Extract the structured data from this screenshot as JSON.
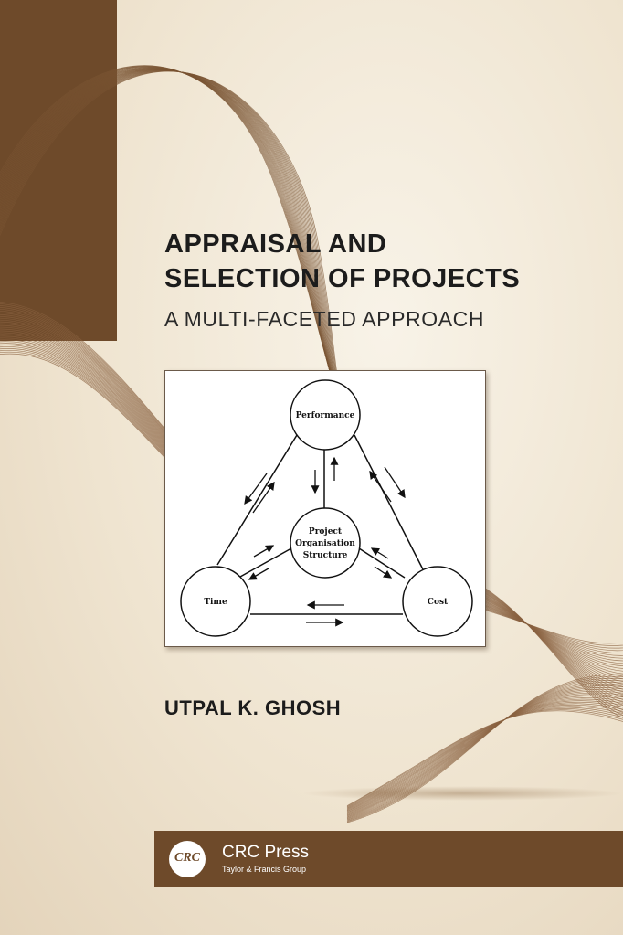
{
  "book": {
    "title_line1": "APPRAISAL AND",
    "title_line2": "SELECTION OF PROJECTS",
    "subtitle": "A MULTI-FACETED APPROACH",
    "author": "UTPAL K. GHOSH"
  },
  "diagram": {
    "nodes": {
      "performance": "Performance",
      "time": "Time",
      "cost": "Cost",
      "center_line1": "Project",
      "center_line2": "Organisation",
      "center_line3": "Structure"
    }
  },
  "publisher": {
    "logo_text": "CRC",
    "name": "CRC Press",
    "group": "Taylor & Francis Group"
  },
  "colors": {
    "accent_brown": "#6e4a2a",
    "background_cream": "#efe6d6",
    "text_dark": "#1c1c1c"
  }
}
